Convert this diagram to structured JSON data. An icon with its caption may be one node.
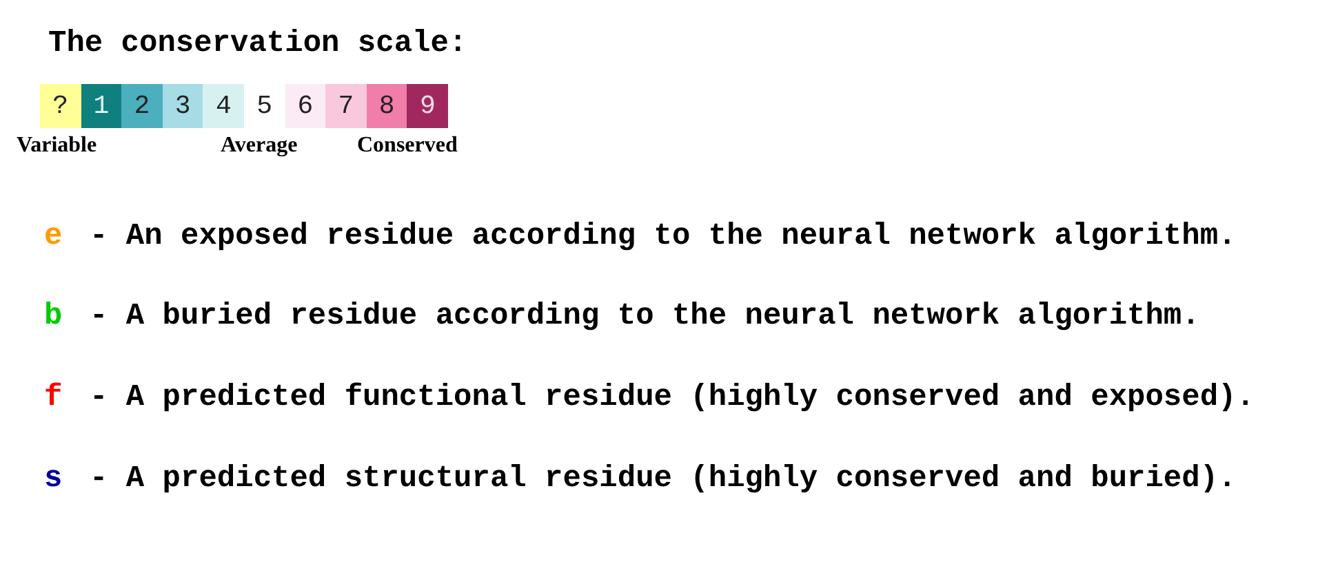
{
  "diagram": {
    "title": "The conservation scale:",
    "labels": [
      "Variable",
      "Average",
      "Conserved",
      "e",
      "- An exposed residue according to the neural network algorithm.",
      "b",
      "- A buried residue according to the neural network algorithm.",
      "f",
      "- A predicted functional residue (highly conserved and exposed).",
      "s",
      "- A predicted structural residue (highly conserved and buried)."
    ],
    "legend": [
      {
        "text": "?",
        "color": "#ffff96"
      },
      {
        "text": "1",
        "color": "#10807f"
      },
      {
        "text": "2",
        "color": "#4bafbe"
      },
      {
        "text": "3",
        "color": "#a5dce6"
      },
      {
        "text": "4",
        "color": "#d7f0f0"
      },
      {
        "text": "5",
        "color": "#ffffff"
      },
      {
        "text": "6",
        "color": "#faebf5"
      },
      {
        "text": "7",
        "color": "#fac8dc"
      },
      {
        "text": "8",
        "color": "#f07daa"
      },
      {
        "text": "9",
        "color": "#a0285f"
      }
    ]
  }
}
